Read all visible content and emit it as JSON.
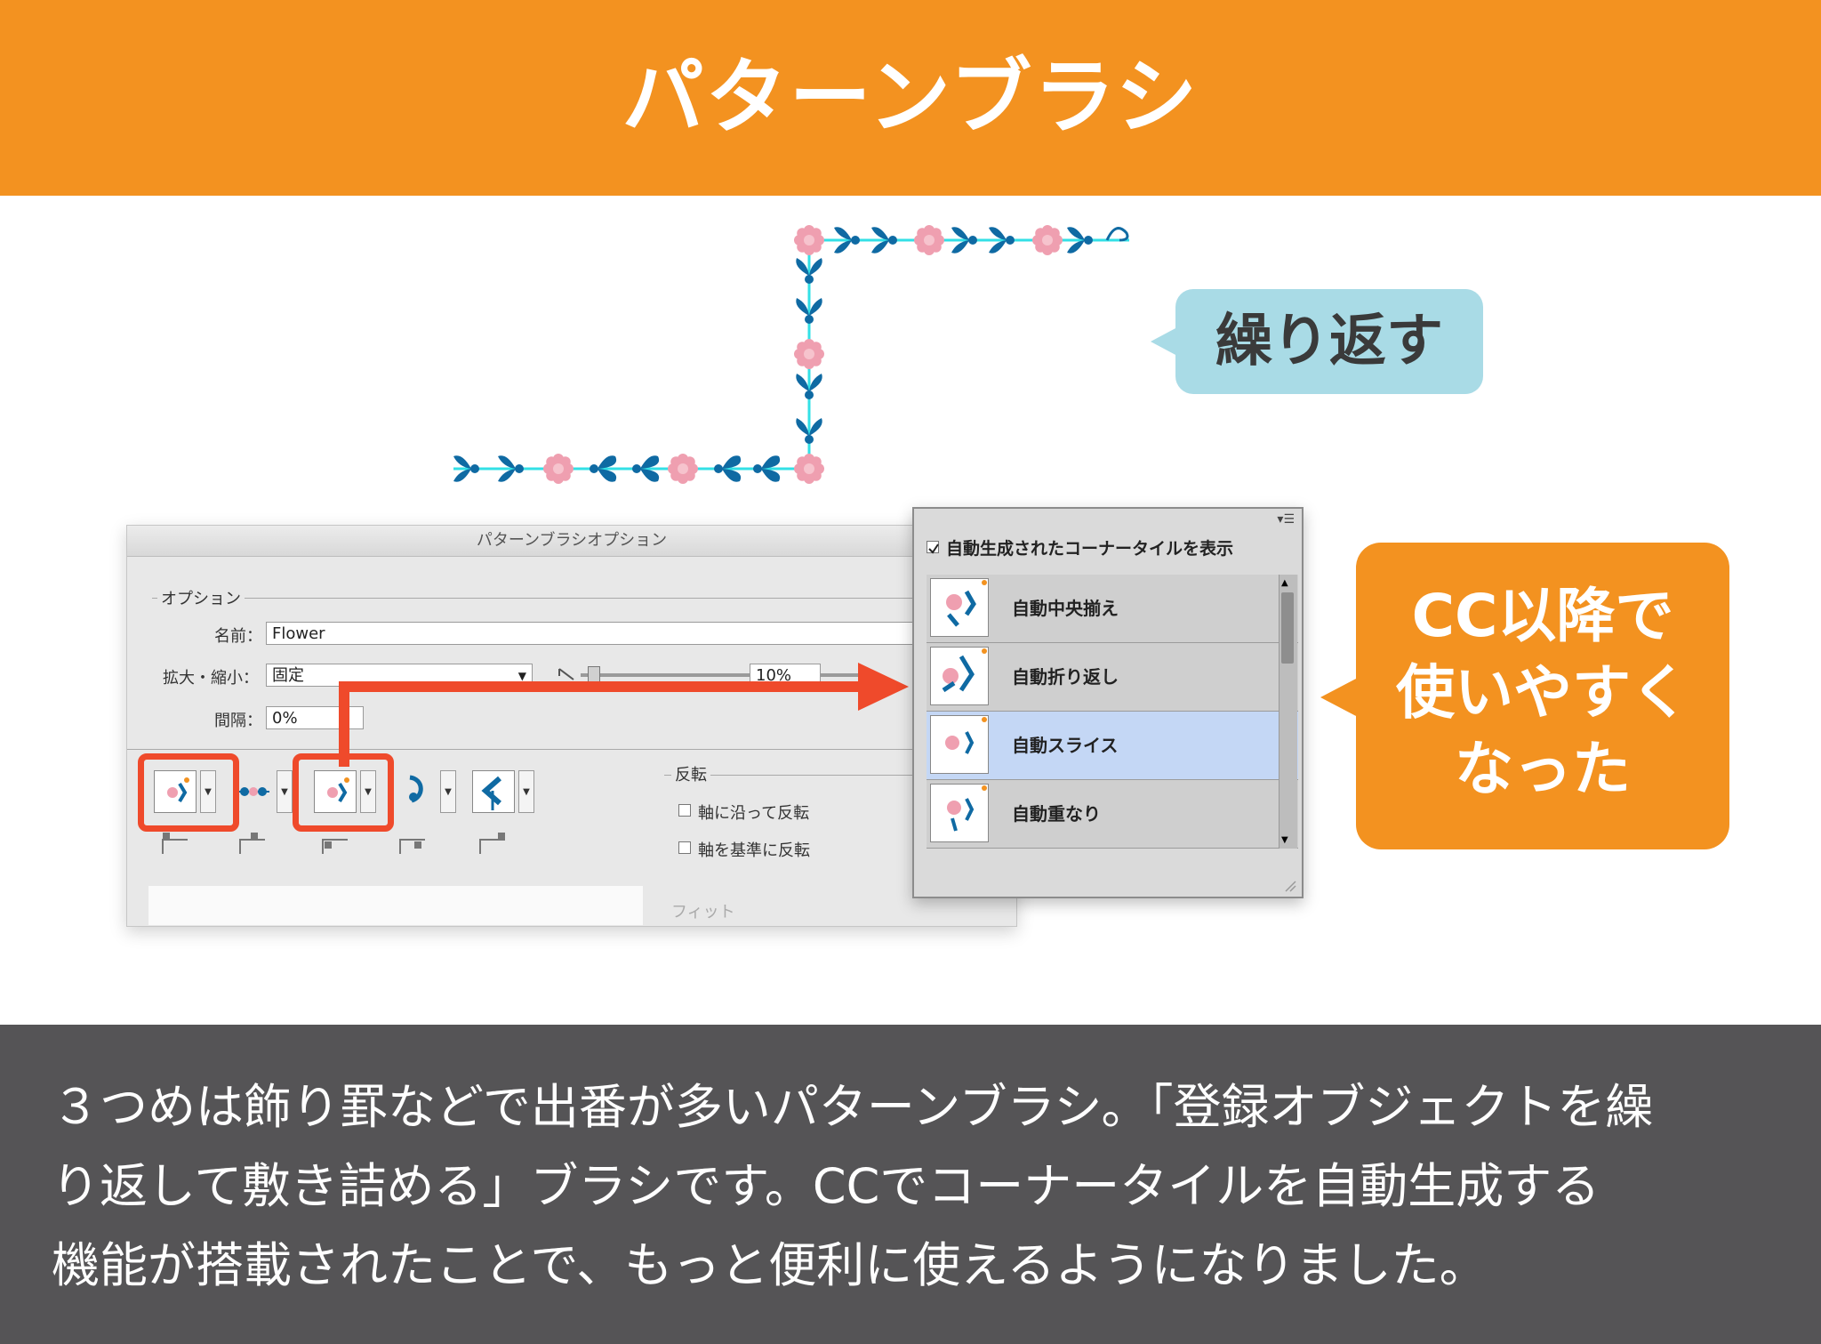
{
  "header": {
    "title": "パターンブラシ"
  },
  "callouts": {
    "repeat": "繰り返す",
    "improved": [
      "CC以降で",
      "使いやすく",
      "なった"
    ]
  },
  "dialog": {
    "title": "パターンブラシオプション",
    "options_group": "オプション",
    "name_label": "名前：",
    "name_value": "Flower",
    "scale_label": "拡大・縮小：",
    "scale_value": "固定",
    "scale_percent": "10%",
    "spacing_label": "間隔：",
    "spacing_value": "0%",
    "flip_group": "反転",
    "flip_along": "軸に沿って反転",
    "flip_across": "軸を基準に反転",
    "fit_group": "フィット"
  },
  "popup": {
    "show_auto_label": "自動生成されたコーナータイルを表示",
    "options": [
      "自動中央揃え",
      "自動折り返し",
      "自動スライス",
      "自動重なり"
    ],
    "selected_index": 2
  },
  "footer": {
    "lines": [
      "３つめは飾り罫などで出番が多いパターンブラシ。「登録オブジェクトを繰",
      "り返して敷き詰める」ブラシです。CCでコーナータイルを自動生成する",
      "機能が搭載されたことで、もっと便利に使えるようになりました。"
    ]
  },
  "colors": {
    "accent_orange": "#f39220",
    "callout_blue": "#a9dbe6",
    "highlight_red": "#ef4a2b",
    "leaf_blue": "#0f6aa3",
    "flower_pink": "#ef9fb0",
    "footer_gray": "#555456"
  }
}
